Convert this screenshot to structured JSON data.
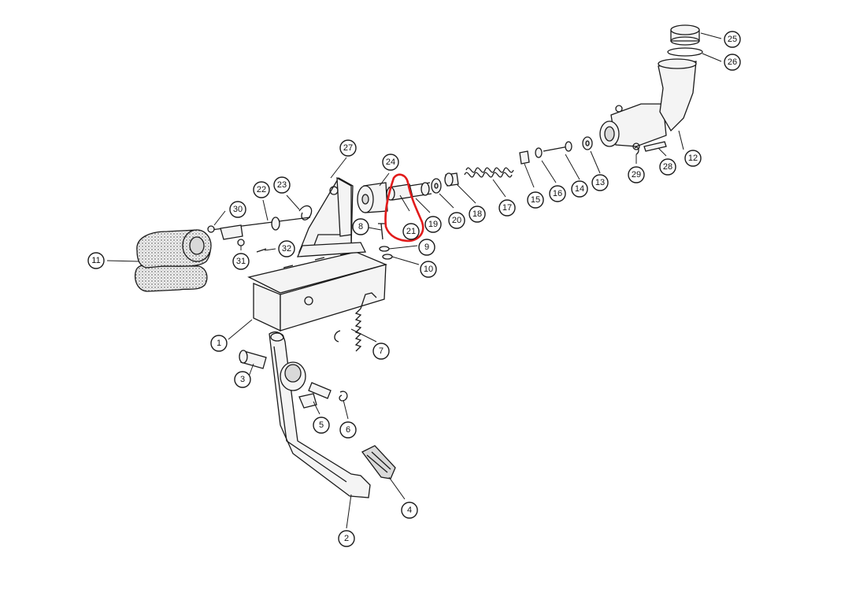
{
  "diagram": {
    "callouts": [
      {
        "id": "c1",
        "label": "1"
      },
      {
        "id": "c2",
        "label": "2"
      },
      {
        "id": "c3",
        "label": "3"
      },
      {
        "id": "c4",
        "label": "4"
      },
      {
        "id": "c5",
        "label": "5"
      },
      {
        "id": "c6",
        "label": "6"
      },
      {
        "id": "c7",
        "label": "7"
      },
      {
        "id": "c8",
        "label": "8"
      },
      {
        "id": "c9",
        "label": "9"
      },
      {
        "id": "c10",
        "label": "10"
      },
      {
        "id": "c11",
        "label": "11"
      },
      {
        "id": "c12",
        "label": "12"
      },
      {
        "id": "c13",
        "label": "13"
      },
      {
        "id": "c14",
        "label": "14"
      },
      {
        "id": "c15",
        "label": "15"
      },
      {
        "id": "c16",
        "label": "16"
      },
      {
        "id": "c17",
        "label": "17"
      },
      {
        "id": "c18",
        "label": "18"
      },
      {
        "id": "c19",
        "label": "19"
      },
      {
        "id": "c20",
        "label": "20"
      },
      {
        "id": "c21",
        "label": "21"
      },
      {
        "id": "c22",
        "label": "22"
      },
      {
        "id": "c23",
        "label": "23"
      },
      {
        "id": "c24",
        "label": "24"
      },
      {
        "id": "c25",
        "label": "25"
      },
      {
        "id": "c26",
        "label": "26"
      },
      {
        "id": "c27",
        "label": "27"
      },
      {
        "id": "c28",
        "label": "28"
      },
      {
        "id": "c29",
        "label": "29"
      },
      {
        "id": "c30",
        "label": "30"
      },
      {
        "id": "c31",
        "label": "31"
      },
      {
        "id": "c32",
        "label": "32"
      }
    ],
    "highlight_color": "#e11b1b",
    "highlighted_part": "21"
  }
}
